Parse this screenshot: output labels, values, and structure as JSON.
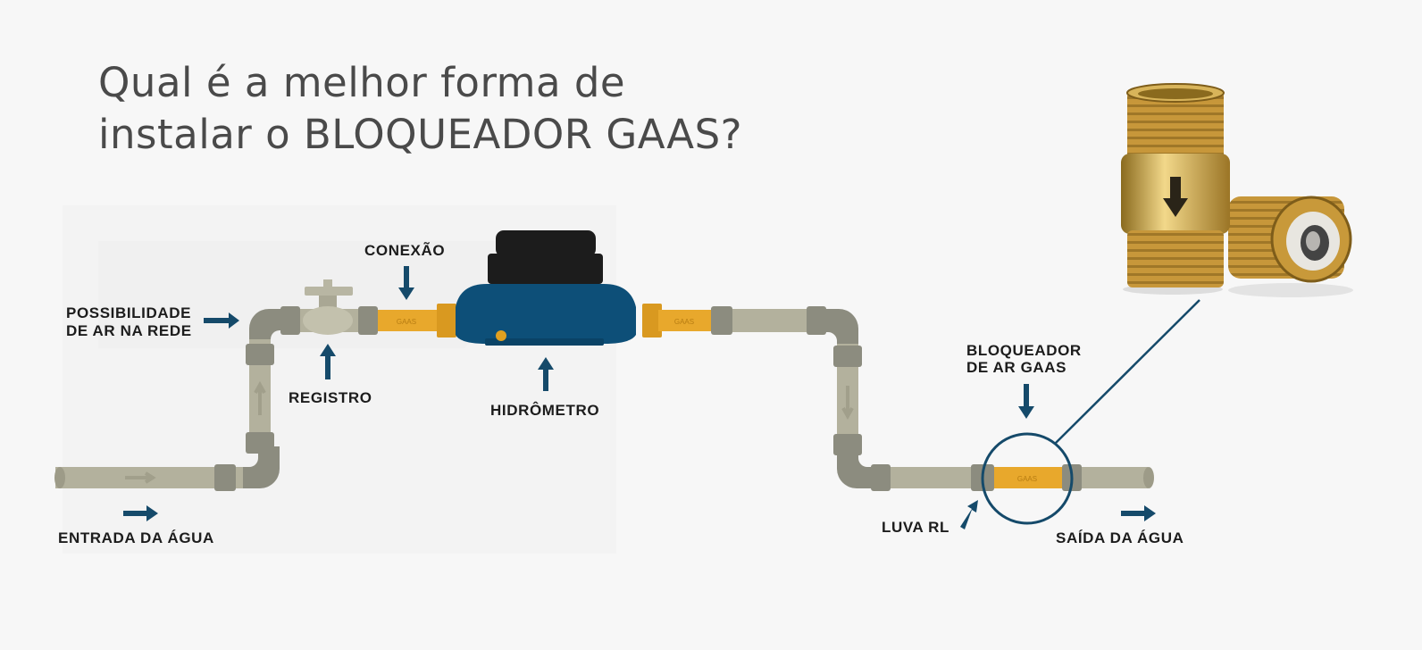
{
  "title": {
    "line1": "Qual é a melhor forma de",
    "line2": "instalar o BLOQUEADOR GAAS?"
  },
  "labels": {
    "possibilidade_1": "POSSIBILIDADE",
    "possibilidade_2": "DE AR NA REDE",
    "conexao": "CONEXÃO",
    "registro": "REGISTRO",
    "hidrometro": "HIDRÔMETRO",
    "bloqueador_1": "BLOQUEADOR",
    "bloqueador_2": "DE AR GAAS",
    "luva": "LUVA RL",
    "entrada": "ENTRADA DA ÁGUA",
    "saida": "SAÍDA DA ÁGUA"
  },
  "fitting_marks": {
    "left": "GAAS",
    "right": "GAAS",
    "blocker": "GAAS"
  },
  "colors": {
    "pipe": "#b3b19d",
    "joint": "#8c8c7f",
    "brass": "#e8a82c",
    "meter": "#0d4f78",
    "arrow": "#154a6a",
    "cap": "#1c1c1c",
    "title": "#4a4a4a"
  }
}
